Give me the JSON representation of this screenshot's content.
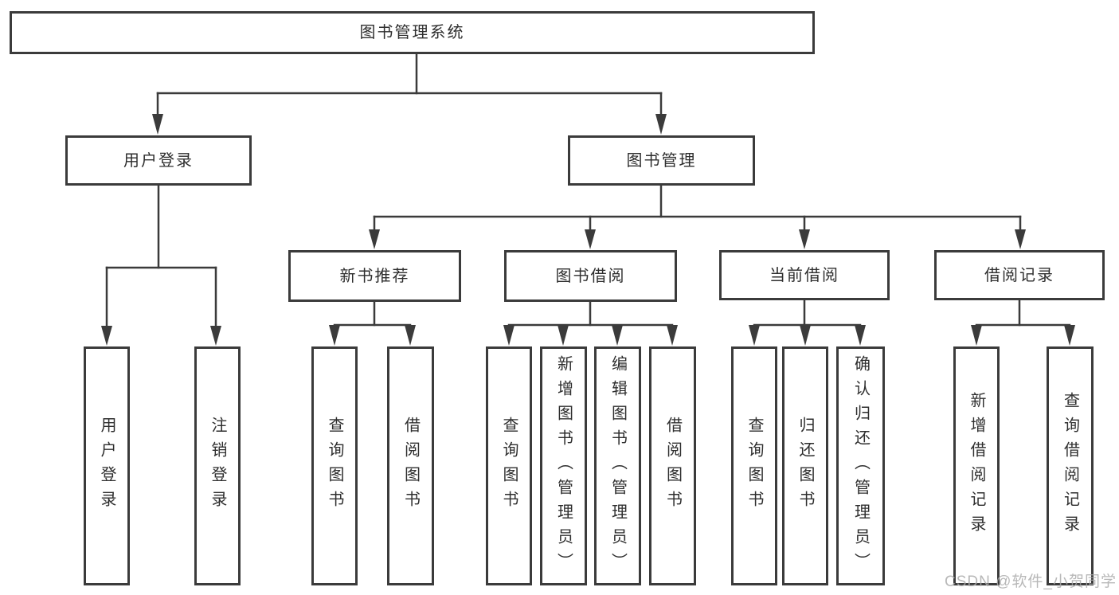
{
  "diagram_type": "hierarchy-tree",
  "colors": {
    "line": "#3b3b3b",
    "box_border": "#3b3b3b",
    "text": "#2e2e2e",
    "background": "#ffffff",
    "watermark": "#acacac"
  },
  "tree": {
    "root": {
      "label": "图书管理系统",
      "children": [
        {
          "label": "用户登录",
          "children": [
            {
              "label": "用户登录"
            },
            {
              "label": "注销登录"
            }
          ]
        },
        {
          "label": "图书管理",
          "children": [
            {
              "label": "新书推荐",
              "children": [
                {
                  "label": "查询图书"
                },
                {
                  "label": "借阅图书"
                }
              ]
            },
            {
              "label": "图书借阅",
              "children": [
                {
                  "label": "查询图书"
                },
                {
                  "label": "新增图书（管理员）"
                },
                {
                  "label": "编辑图书（管理员）"
                },
                {
                  "label": "借阅图书"
                }
              ]
            },
            {
              "label": "当前借阅",
              "children": [
                {
                  "label": "查询图书"
                },
                {
                  "label": "归还图书"
                },
                {
                  "label": "确认归还（管理员）"
                }
              ]
            },
            {
              "label": "借阅记录",
              "children": [
                {
                  "label": "新增借阅记录"
                },
                {
                  "label": "查询借阅记录"
                }
              ]
            }
          ]
        }
      ]
    }
  },
  "watermark": "CSDN @软件_小贺同学"
}
